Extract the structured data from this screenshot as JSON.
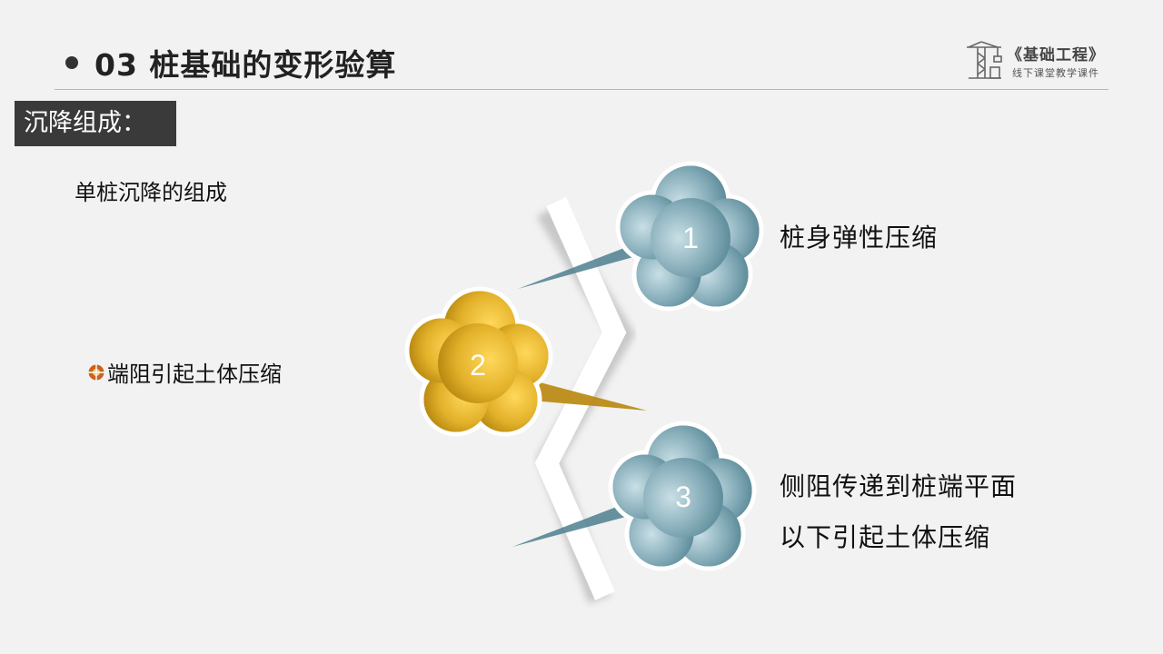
{
  "header": {
    "title": "03  桩基础的变形验算"
  },
  "logo": {
    "title": "《基础工程》",
    "subtitle": "线下课堂教学课件"
  },
  "section": {
    "label": "沉降组成："
  },
  "content": {
    "subheading": "单桩沉降的组成",
    "bullet": "端阻引起土体压缩"
  },
  "diagram": {
    "nodes": [
      {
        "number": "1",
        "label_lines": [
          "桩身弹性压缩"
        ],
        "color": "#5f8e9c"
      },
      {
        "number": "2",
        "label_lines": [],
        "color": "#d4a21c"
      },
      {
        "number": "3",
        "label_lines": [
          "侧阻传递到桩端平面",
          "以下引起土体压缩"
        ],
        "color": "#5f8e9c"
      }
    ]
  },
  "colors": {
    "background": "#f2f2f2",
    "section_bg": "#3a3a3a",
    "teal": "#5f8e9c",
    "gold": "#d4a21c",
    "bullet_icon": "#c8641e"
  }
}
